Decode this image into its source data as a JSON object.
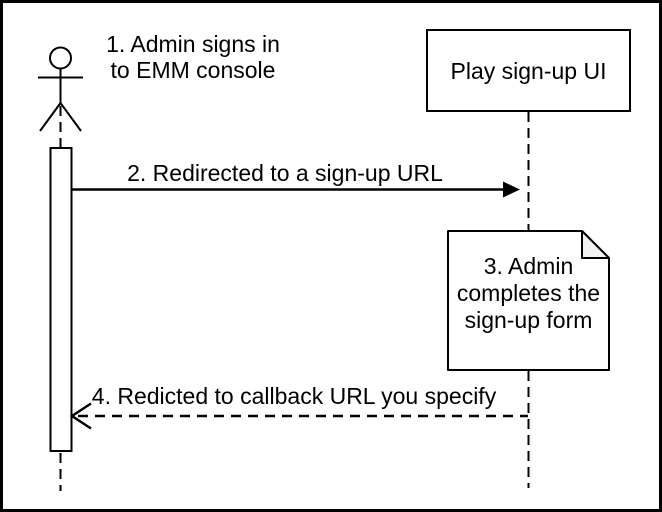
{
  "participants": {
    "play_signup_ui": {
      "label": "Play sign-up UI"
    },
    "admin_actor": {
      "description": "stick-figure actor with activation bar"
    }
  },
  "messages": {
    "m1": {
      "label": "1. Admin signs in\nto EMM console",
      "style": "text-only"
    },
    "m2": {
      "label": "2. Redirected to a sign-up URL",
      "style": "solid-arrow-right"
    },
    "m4": {
      "label": "4. Redicted to callback URL you specify",
      "style": "dashed-open-arrow-left"
    }
  },
  "note": {
    "label": "3. Admin\ncompletes the\nsign-up form"
  },
  "colors": {
    "line": "#000000",
    "background": "#ffffff",
    "shape_fill": "#ffffff",
    "note_fold": "#f2f2f2"
  }
}
